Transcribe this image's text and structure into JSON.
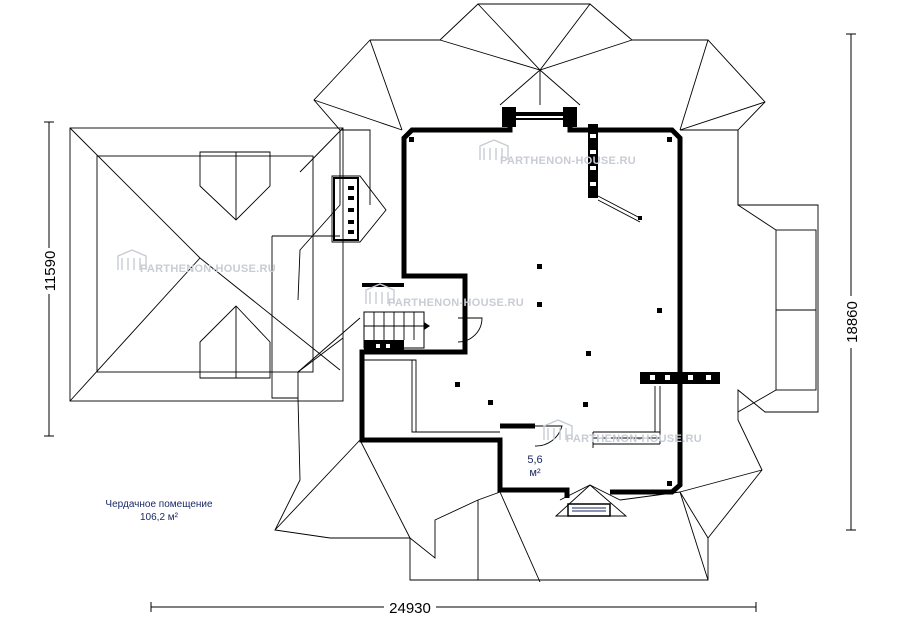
{
  "dimensions": {
    "left_height": "11590",
    "right_height": "18860",
    "bottom_width": "24930"
  },
  "attic": {
    "label": "Чердачное помещение",
    "area": "106,2 м²"
  },
  "small_room": {
    "number": "5,6",
    "unit": "м²"
  },
  "watermark": {
    "text": "PARTHENON-HOUSE.RU"
  }
}
